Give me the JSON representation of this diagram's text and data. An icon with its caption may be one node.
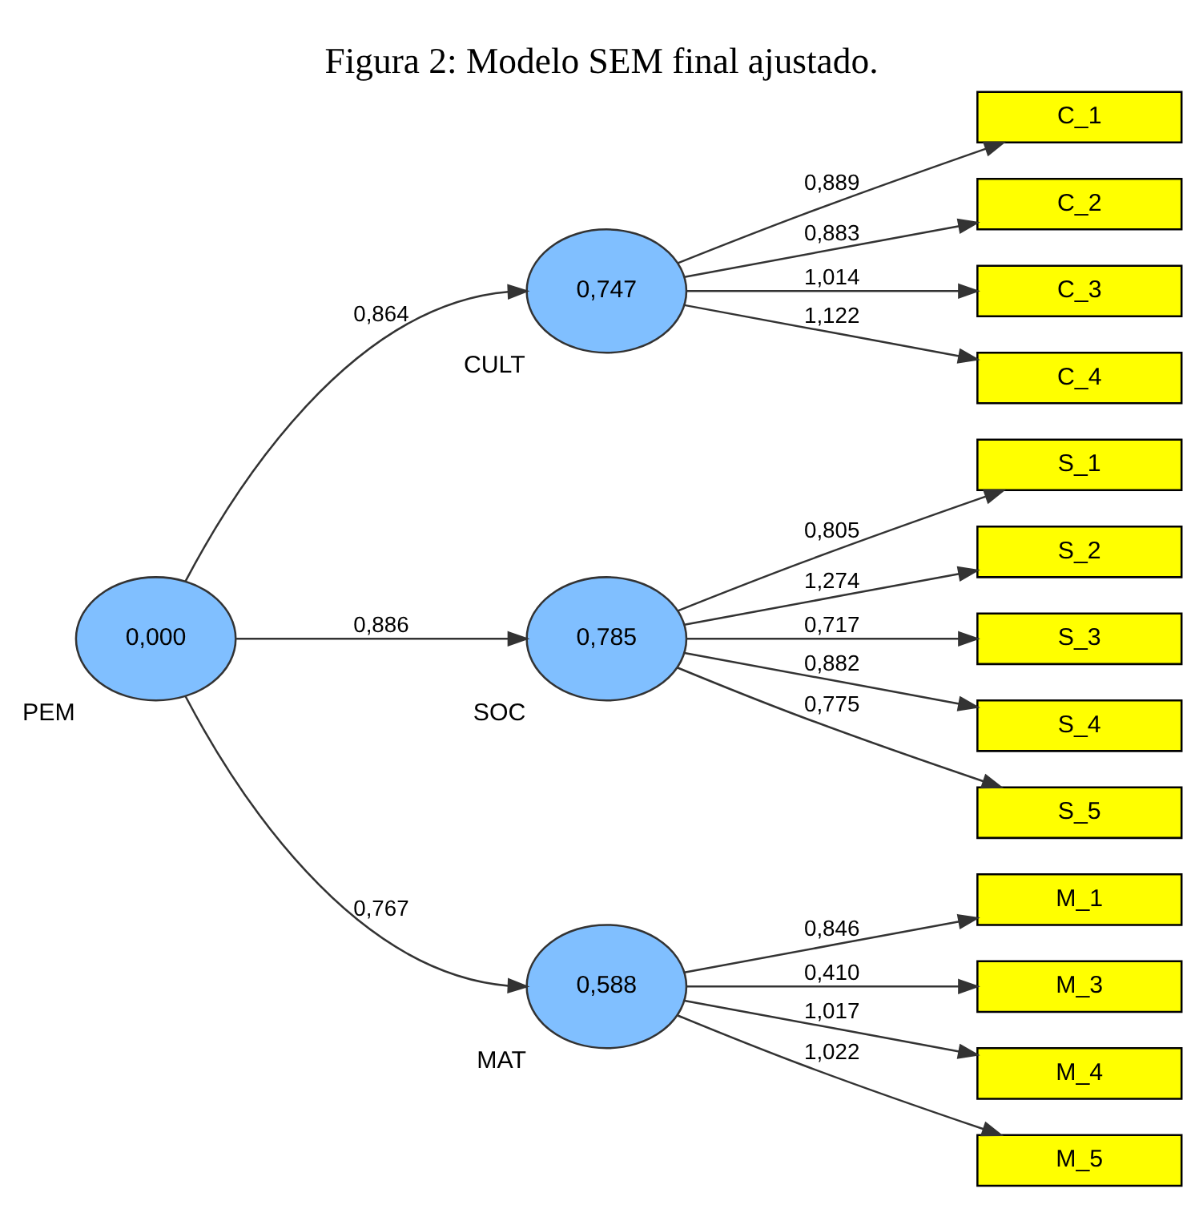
{
  "diagram": {
    "title": "Figura 2: Modelo SEM final ajustado.",
    "nodes": [
      {
        "text": [
          "C_1"
        ]
      },
      {
        "text": [
          "C_2"
        ]
      },
      {
        "text": [
          "C_3"
        ]
      },
      {
        "text": [
          "C_4"
        ]
      },
      {
        "text": [
          "0,747"
        ],
        "beside": [
          "CULT"
        ]
      },
      {
        "text": [
          "0,000"
        ],
        "beside": [
          "PEM"
        ]
      },
      {
        "text": [
          "0,785"
        ],
        "beside": [
          "SOC"
        ]
      },
      {
        "text": [
          "S_1"
        ]
      },
      {
        "text": [
          "S_2"
        ]
      },
      {
        "text": [
          "S_3"
        ]
      },
      {
        "text": [
          "S_4"
        ]
      },
      {
        "text": [
          "S_5"
        ]
      },
      {
        "text": [
          "0,588"
        ],
        "beside": [
          "MAT"
        ]
      },
      {
        "text": [
          "M_1"
        ]
      },
      {
        "text": [
          "M_3"
        ]
      },
      {
        "text": [
          "M_4"
        ]
      },
      {
        "text": [
          "M_5"
        ]
      }
    ],
    "edges": [
      {
        "from": 4,
        "to": 0,
        "arrow": "to",
        "label": "0,889"
      },
      {
        "from": 4,
        "to": 1,
        "arrow": "to",
        "label": "0,883"
      },
      {
        "from": 4,
        "to": 2,
        "arrow": "to",
        "label": "1,014"
      },
      {
        "from": 4,
        "to": 3,
        "arrow": "to",
        "label": "1,122"
      },
      {
        "from": 5,
        "to": 4,
        "arrow": "to",
        "label": "0,864"
      },
      {
        "from": 5,
        "to": 6,
        "arrow": "to",
        "label": "0,886"
      },
      {
        "from": 6,
        "to": 7,
        "arrow": "to",
        "label": "0,805"
      },
      {
        "from": 6,
        "to": 8,
        "arrow": "to",
        "label": "1,274"
      },
      {
        "from": 6,
        "to": 9,
        "arrow": "to",
        "label": "0,717"
      },
      {
        "from": 6,
        "to": 10,
        "arrow": "to",
        "label": "0,882"
      },
      {
        "from": 6,
        "to": 11,
        "arrow": "to",
        "label": "0,775"
      },
      {
        "from": 5,
        "to": 12,
        "arrow": "to",
        "label": "0,767"
      },
      {
        "from": 12,
        "to": 13,
        "arrow": "to",
        "label": "0,846"
      },
      {
        "from": 12,
        "to": 14,
        "arrow": "to",
        "label": "0,410"
      },
      {
        "from": 12,
        "to": 15,
        "arrow": "to",
        "label": "1,017"
      },
      {
        "from": 12,
        "to": 16,
        "arrow": "to",
        "label": "1,022"
      }
    ]
  }
}
